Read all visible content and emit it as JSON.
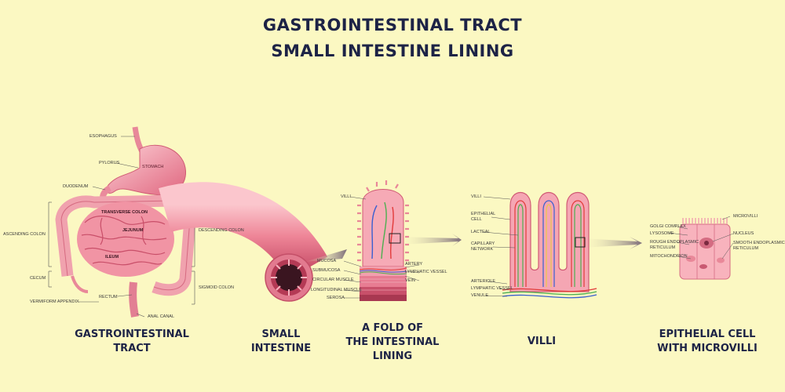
{
  "title": {
    "line1": "GASTROINTESTINAL TRACT",
    "line2": "SMALL INTESTINE LINING"
  },
  "captions": {
    "gi_tract": [
      "GASTROINTESTINAL",
      "TRACT"
    ],
    "small_intestine": [
      "SMALL",
      "INTESTINE"
    ],
    "fold": [
      "A FOLD OF",
      "THE INTESTINAL",
      "LINING"
    ],
    "villi": [
      "VILLI"
    ],
    "epithelial": [
      "EPITHELIAL CELL",
      "WITH MICROVILLI"
    ]
  },
  "gi_labels": {
    "esophagus": "ESOPHAGUS",
    "pylorus": "PYLORUS",
    "stomach": "STOMACH",
    "duodenum": "DUODENUM",
    "transverse_colon": "TRANSVERSE COLON",
    "jejunum": "JEJUNUM",
    "ascending_colon": "ASCENDING COLON",
    "descending_colon": "DESCENDING COLON",
    "ileum": "ILEUM",
    "cecum": "CECUM",
    "vermiform_appendix": "VERMIFORM APPENDIX",
    "rectum": "RECTUM",
    "sigmoid_colon": "SIGMOID COLON",
    "anal_canal": "ANAL CANAL"
  },
  "fold_labels": {
    "villi": "VILLI",
    "mucosa": "MUCOSA",
    "submucosa": "SUBMUCOSA",
    "circular_muscle": "CIRCULAR MUSCLE",
    "longitudinal_muscle": "LONGITUDINAL MUSCLE",
    "serosa": "SEROSA",
    "artery": "ARTERY",
    "lymphatic_vessel": "LYMPHATIC VESSEL",
    "vein": "VEIN"
  },
  "villi_labels": {
    "villi": "VILLI",
    "epithelial_cell": [
      "EPITHELIAL",
      "CELL"
    ],
    "lacteal": "LACTEAL",
    "capillary_network": [
      "CAPILLARY",
      "NETWORK"
    ],
    "arteriole": "ARTERIOLE",
    "lymphatic_vessel": "LYMPHATIC VESSEL",
    "venule": "VENULE"
  },
  "cell_labels": {
    "microvilli": "MICROVILLI",
    "golgi_complex": "GOLGI COMPLEX",
    "lysosome": "LYSOSOME",
    "rough_er": [
      "ROUGH ENDOPLASMIC",
      "RETICULUM"
    ],
    "mitochondrion": "MITOCHONDRION",
    "nucleus": "NUCLEUS",
    "smooth_er": [
      "SMOOTH ENDOPLASMIC",
      "RETICULUM"
    ]
  },
  "colors": {
    "background": "#fbf8c2",
    "text": "#1d2346",
    "tissue": "#f08a9c",
    "tissue_light": "#fbd2d6",
    "tissue_dark": "#c84a62",
    "artery": "#e23a3a",
    "vein": "#3a5fd0",
    "lymph": "#4caf50"
  }
}
